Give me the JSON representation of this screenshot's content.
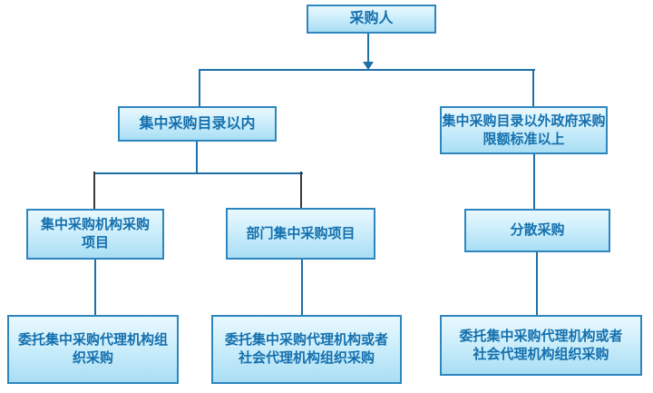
{
  "diagram": {
    "type": "flowchart",
    "language": "zh-CN",
    "nodes": {
      "purchaser": {
        "label": "采购人"
      },
      "within_catalog": {
        "label": "集中采购目录以内"
      },
      "outside_catalog": {
        "label": "集中采购目录以外政府采购\n限额标准以上"
      },
      "central_agency_projects": {
        "label": "集中采购机构采购\n项目"
      },
      "department_central_projects": {
        "label": "部门集中采购项目"
      },
      "decentralized_procurement": {
        "label": "分散采购"
      },
      "entrust_central_agency": {
        "label": "委托集中采购代理机构组\n织采购"
      },
      "entrust_central_or_social_left": {
        "label": "委托集中采购代理机构或者\n社会代理机构组织采购"
      },
      "entrust_central_or_social_right": {
        "label": "委托集中采购代理机构或者\n社会代理机构组织采购"
      }
    },
    "edges": [
      {
        "from": "purchaser",
        "to": "within_catalog"
      },
      {
        "from": "purchaser",
        "to": "outside_catalog"
      },
      {
        "from": "within_catalog",
        "to": "central_agency_projects"
      },
      {
        "from": "within_catalog",
        "to": "department_central_projects"
      },
      {
        "from": "outside_catalog",
        "to": "decentralized_procurement"
      },
      {
        "from": "central_agency_projects",
        "to": "entrust_central_agency"
      },
      {
        "from": "department_central_projects",
        "to": "entrust_central_or_social_left"
      },
      {
        "from": "decentralized_procurement",
        "to": "entrust_central_or_social_right"
      }
    ],
    "colors": {
      "box_border": "#2e86bf",
      "box_fill_top": "#e9f8fe",
      "box_fill_bottom": "#a9def4",
      "text": "#1470ae",
      "connector_blue": "#1f6fa8",
      "connector_dark": "#3a3a3a",
      "background": "#ffffff"
    }
  }
}
